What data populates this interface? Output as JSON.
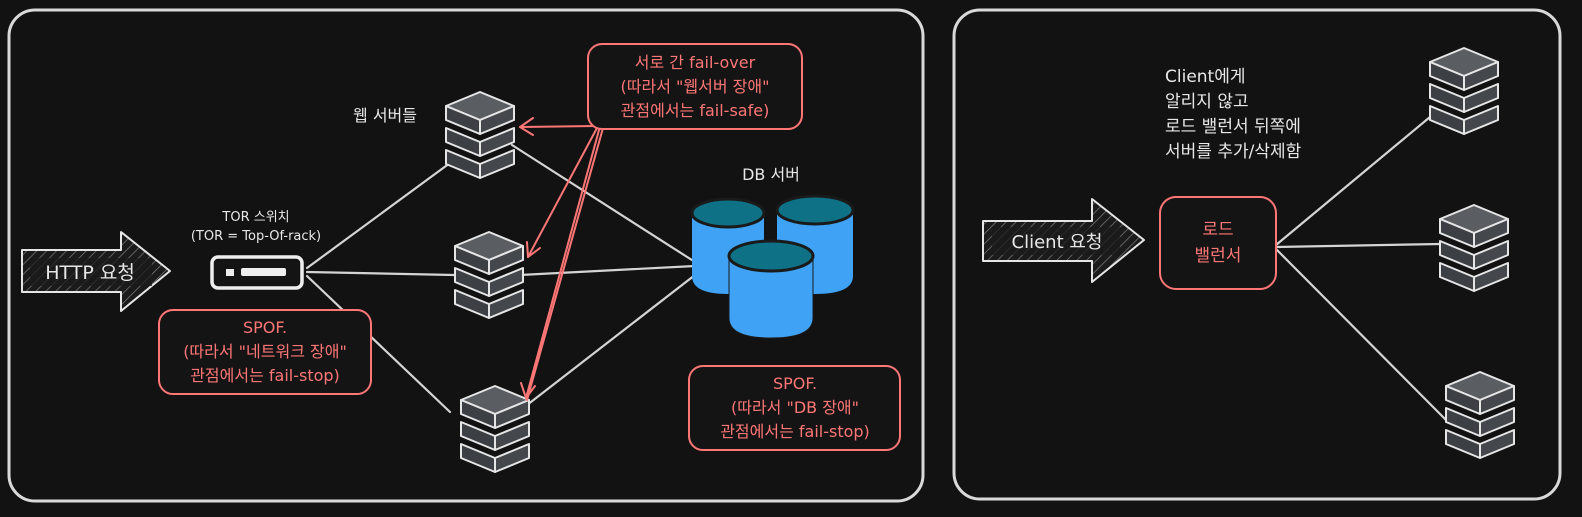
{
  "left_panel": {
    "http_request": "HTTP 요청",
    "tor_switch": {
      "title": "TOR 스위치",
      "subtitle": "(TOR = Top-Of-rack)"
    },
    "web_servers_label": "웹 서버들",
    "db_label": "DB 서버",
    "failover_note": [
      "서로 간 fail-over",
      "(따라서 \"웹서버 장애\"",
      "관점에서는 fail-safe)"
    ],
    "tor_spof_note": [
      "SPOF.",
      "(따라서 \"네트워크 장애\"",
      "관점에서는 fail-stop)"
    ],
    "db_spof_note": [
      "SPOF.",
      "(따라서 \"DB 장애\"",
      "관점에서는 fail-stop)"
    ]
  },
  "right_panel": {
    "client_request": "Client 요청",
    "load_balancer": [
      "로드",
      "밸런서"
    ],
    "description": [
      "Client에게",
      "알리지 않고",
      "로드 밸런서 뒤쪽에",
      "서버를 추가/삭제함"
    ]
  },
  "colors": {
    "background": "#121212",
    "panel_border": "#d9d9d9",
    "note_red": "#ff7676",
    "db_blue": "#3fa2f4",
    "db_top": "#0e7186",
    "server_gray": "#4a4d52"
  },
  "icons": [
    "server-icon",
    "switch-icon",
    "database-icon",
    "arrow-icon"
  ]
}
